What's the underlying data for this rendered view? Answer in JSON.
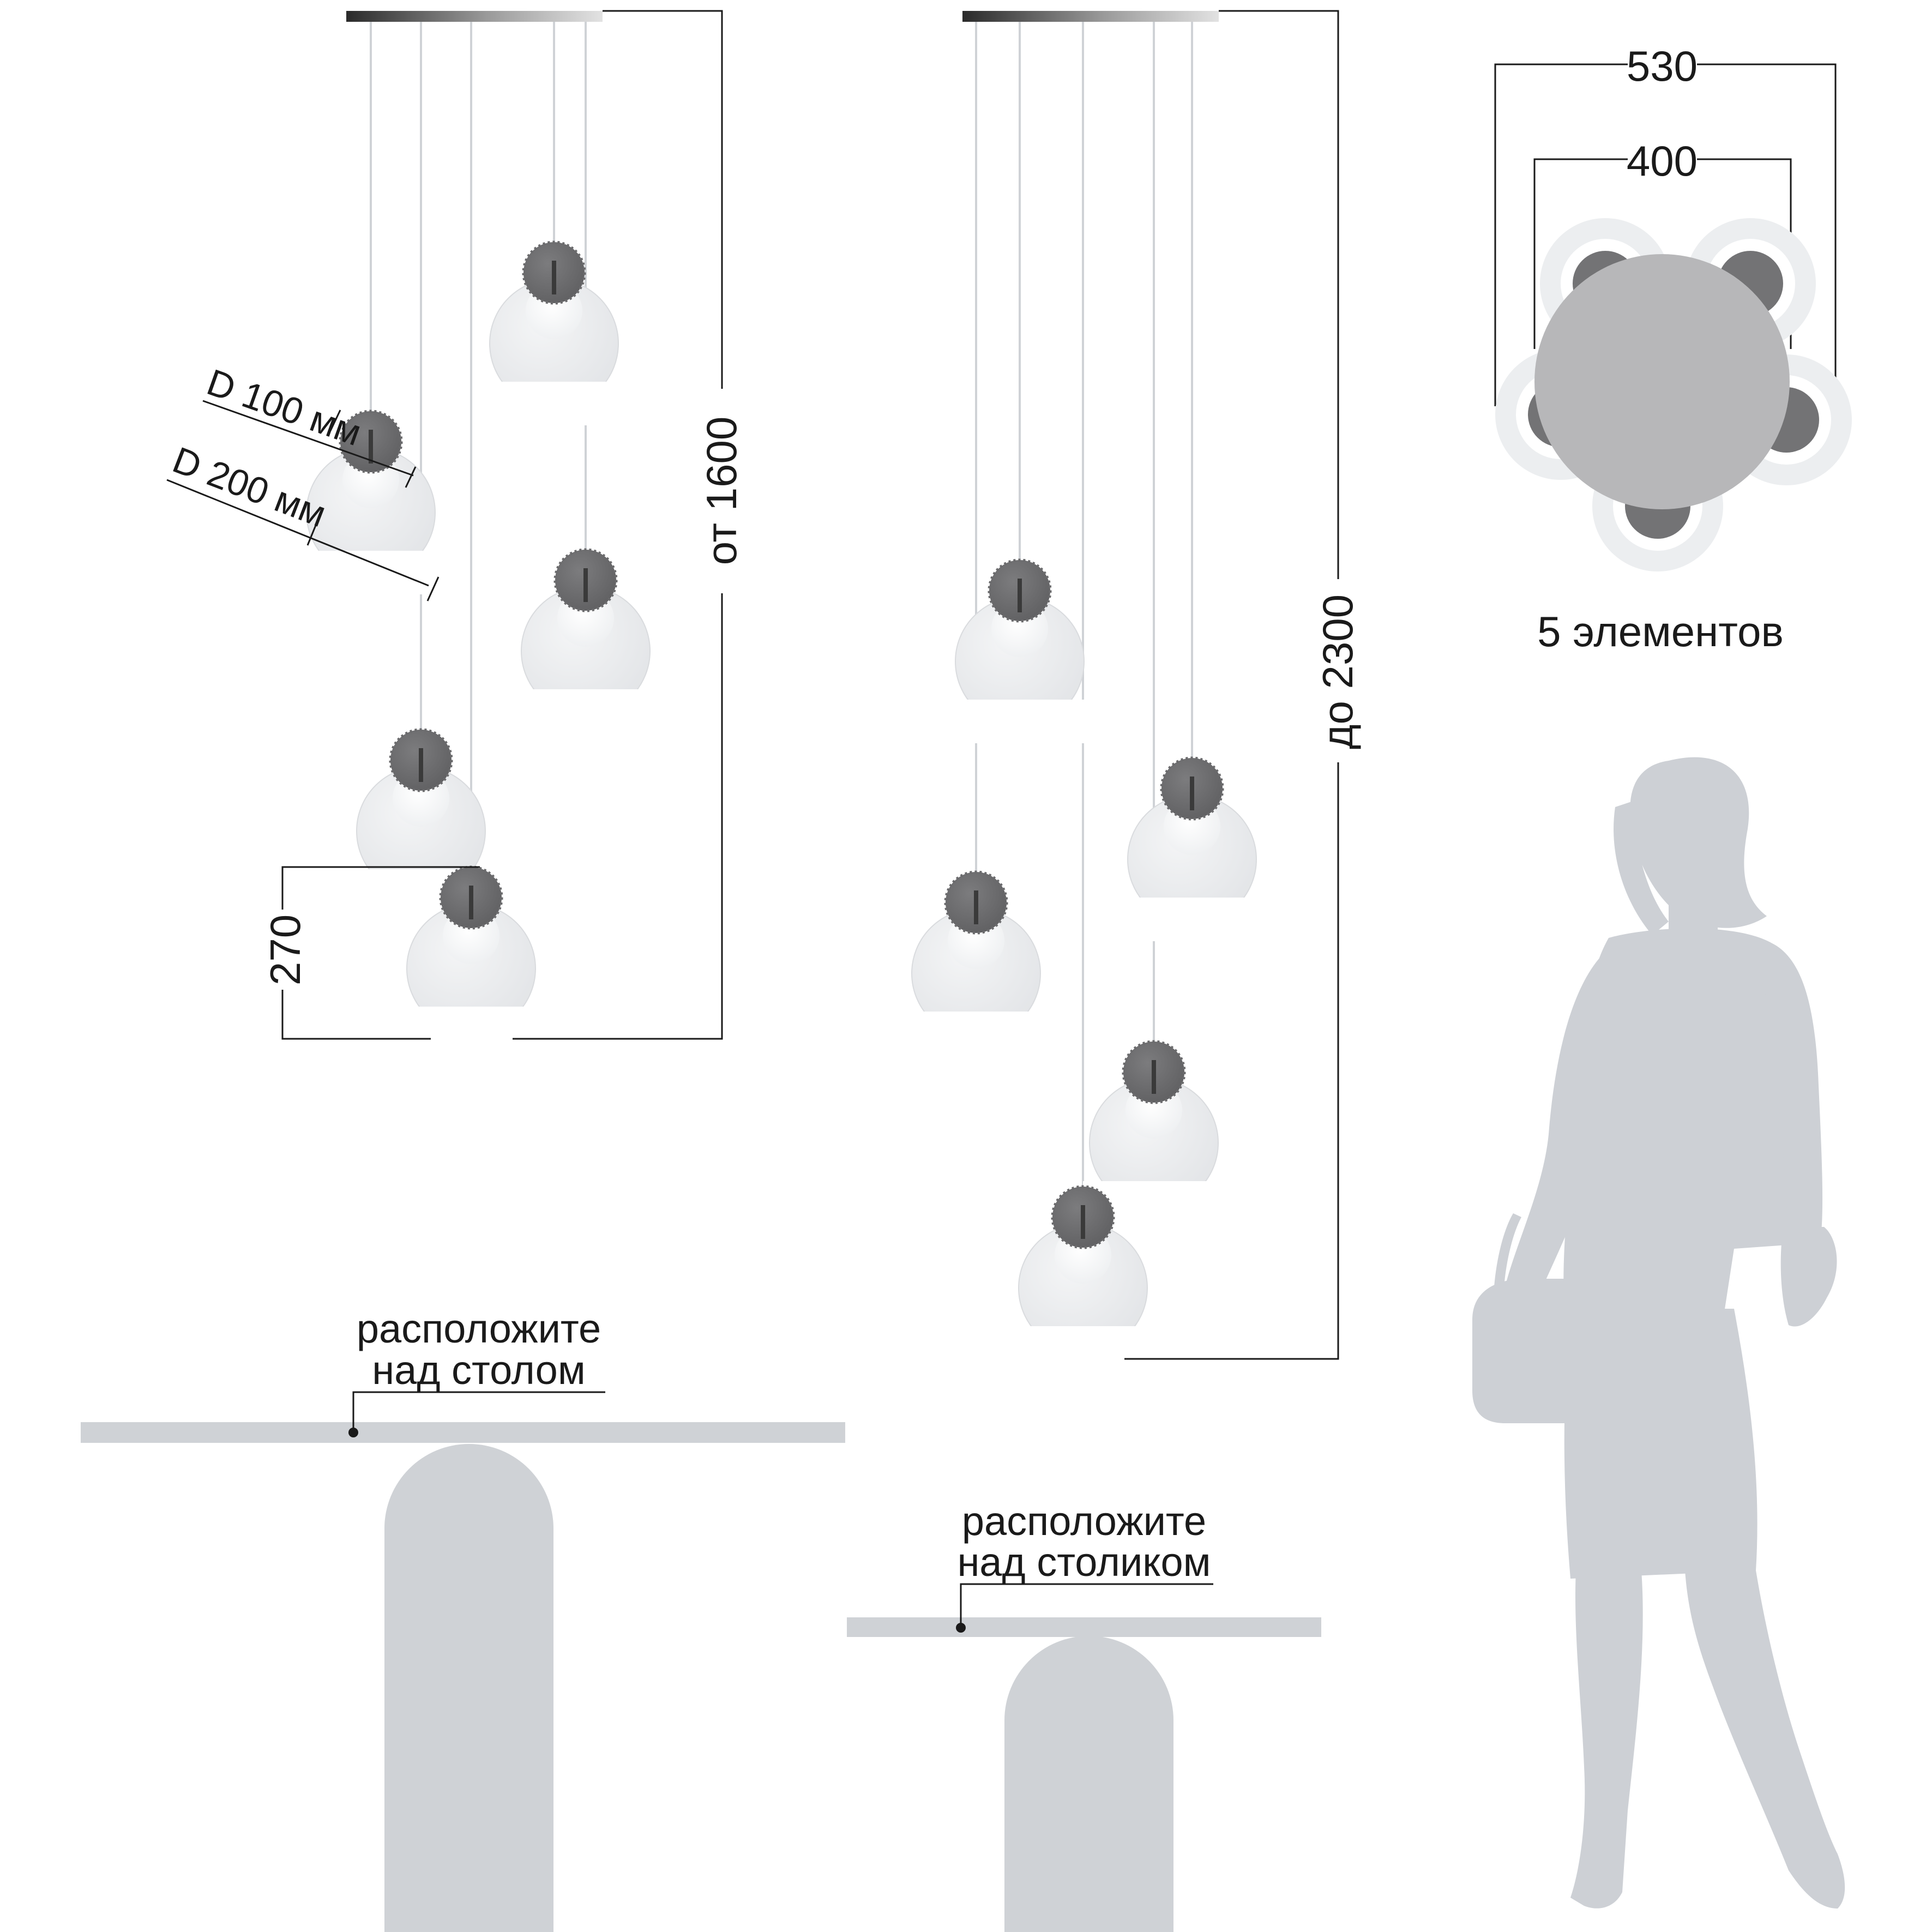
{
  "dimensions": {
    "canopy_diameter": "530",
    "bulb_circle": "400",
    "min_height": "от 1600",
    "max_height": "до 2300",
    "pendant_height": "270",
    "small_sphere": "D 100 мм",
    "large_sphere": "D 200 мм"
  },
  "elements_count_label": "5 элементов",
  "table_notes": {
    "large_line1": "расположите",
    "large_line2": "над столом",
    "small_line1": "расположите",
    "small_line2": "над столиком"
  },
  "colors": {
    "glass": "#e6e7e9",
    "glass_edge": "#d9dbde",
    "dark_sphere": "#6e6e70",
    "furniture": "#cfd2d6",
    "silhouette": "#cdd0d5",
    "line": "#1a1a1a"
  }
}
